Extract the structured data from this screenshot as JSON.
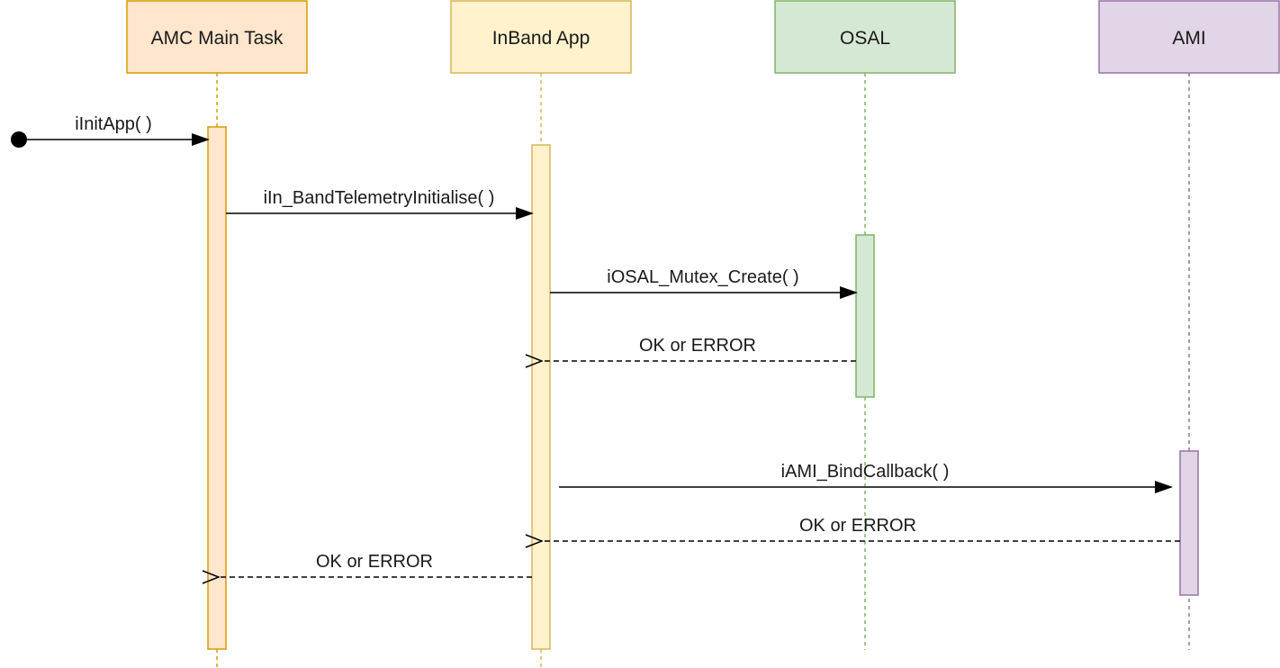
{
  "participants": [
    {
      "id": "amc",
      "label": "AMC Main Task",
      "fill": "#ffe6cc",
      "stroke": "#d79b00",
      "lifeline": "#d79b00"
    },
    {
      "id": "inband",
      "label": "InBand App",
      "fill": "#fff2cc",
      "stroke": "#d6b656",
      "lifeline": "#d6b656"
    },
    {
      "id": "osal",
      "label": "OSAL",
      "fill": "#d5e8d4",
      "stroke": "#82b366",
      "lifeline": "#82b366"
    },
    {
      "id": "ami",
      "label": "AMI",
      "fill": "#e1d5e7",
      "stroke": "#9673a6",
      "lifeline": "#9673a6"
    }
  ],
  "messages": [
    {
      "id": "init-app",
      "label": "iInitApp( )",
      "kind": "call",
      "from": "start",
      "to": "amc"
    },
    {
      "id": "inband-init",
      "label": "iIn_BandTelemetryInitialise( )",
      "kind": "call",
      "from": "amc",
      "to": "inband"
    },
    {
      "id": "mutex-create",
      "label": "iOSAL_Mutex_Create( )",
      "kind": "call",
      "from": "inband",
      "to": "osal"
    },
    {
      "id": "mutex-return",
      "label": "OK or ERROR",
      "kind": "return",
      "from": "osal",
      "to": "inband"
    },
    {
      "id": "bind-callback",
      "label": "iAMI_BindCallback( )",
      "kind": "call",
      "from": "inband",
      "to": "ami"
    },
    {
      "id": "bind-return",
      "label": "OK or ERROR",
      "kind": "return",
      "from": "ami",
      "to": "inband"
    },
    {
      "id": "init-return",
      "label": "OK or ERROR",
      "kind": "return",
      "from": "inband",
      "to": "amc"
    }
  ]
}
